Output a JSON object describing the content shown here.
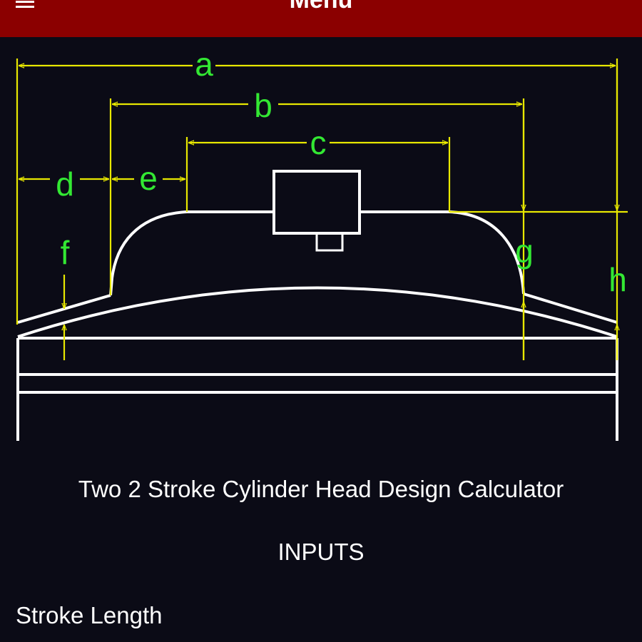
{
  "app_bar": {
    "title": "Menu",
    "background_color": "#8b0000",
    "menu_icon": "hamburger-icon"
  },
  "diagram": {
    "dimension_color": "#e8e800",
    "label_color": "#33e833",
    "outline_color": "#ffffff",
    "labels": {
      "a": "a",
      "b": "b",
      "c": "c",
      "d": "d",
      "e": "e",
      "f": "f",
      "g": "g",
      "h": "h"
    }
  },
  "page": {
    "title": "Two 2 Stroke Cylinder Head Design Calculator",
    "section": "INPUTS",
    "fields": [
      {
        "label": "Stroke Length"
      }
    ]
  }
}
